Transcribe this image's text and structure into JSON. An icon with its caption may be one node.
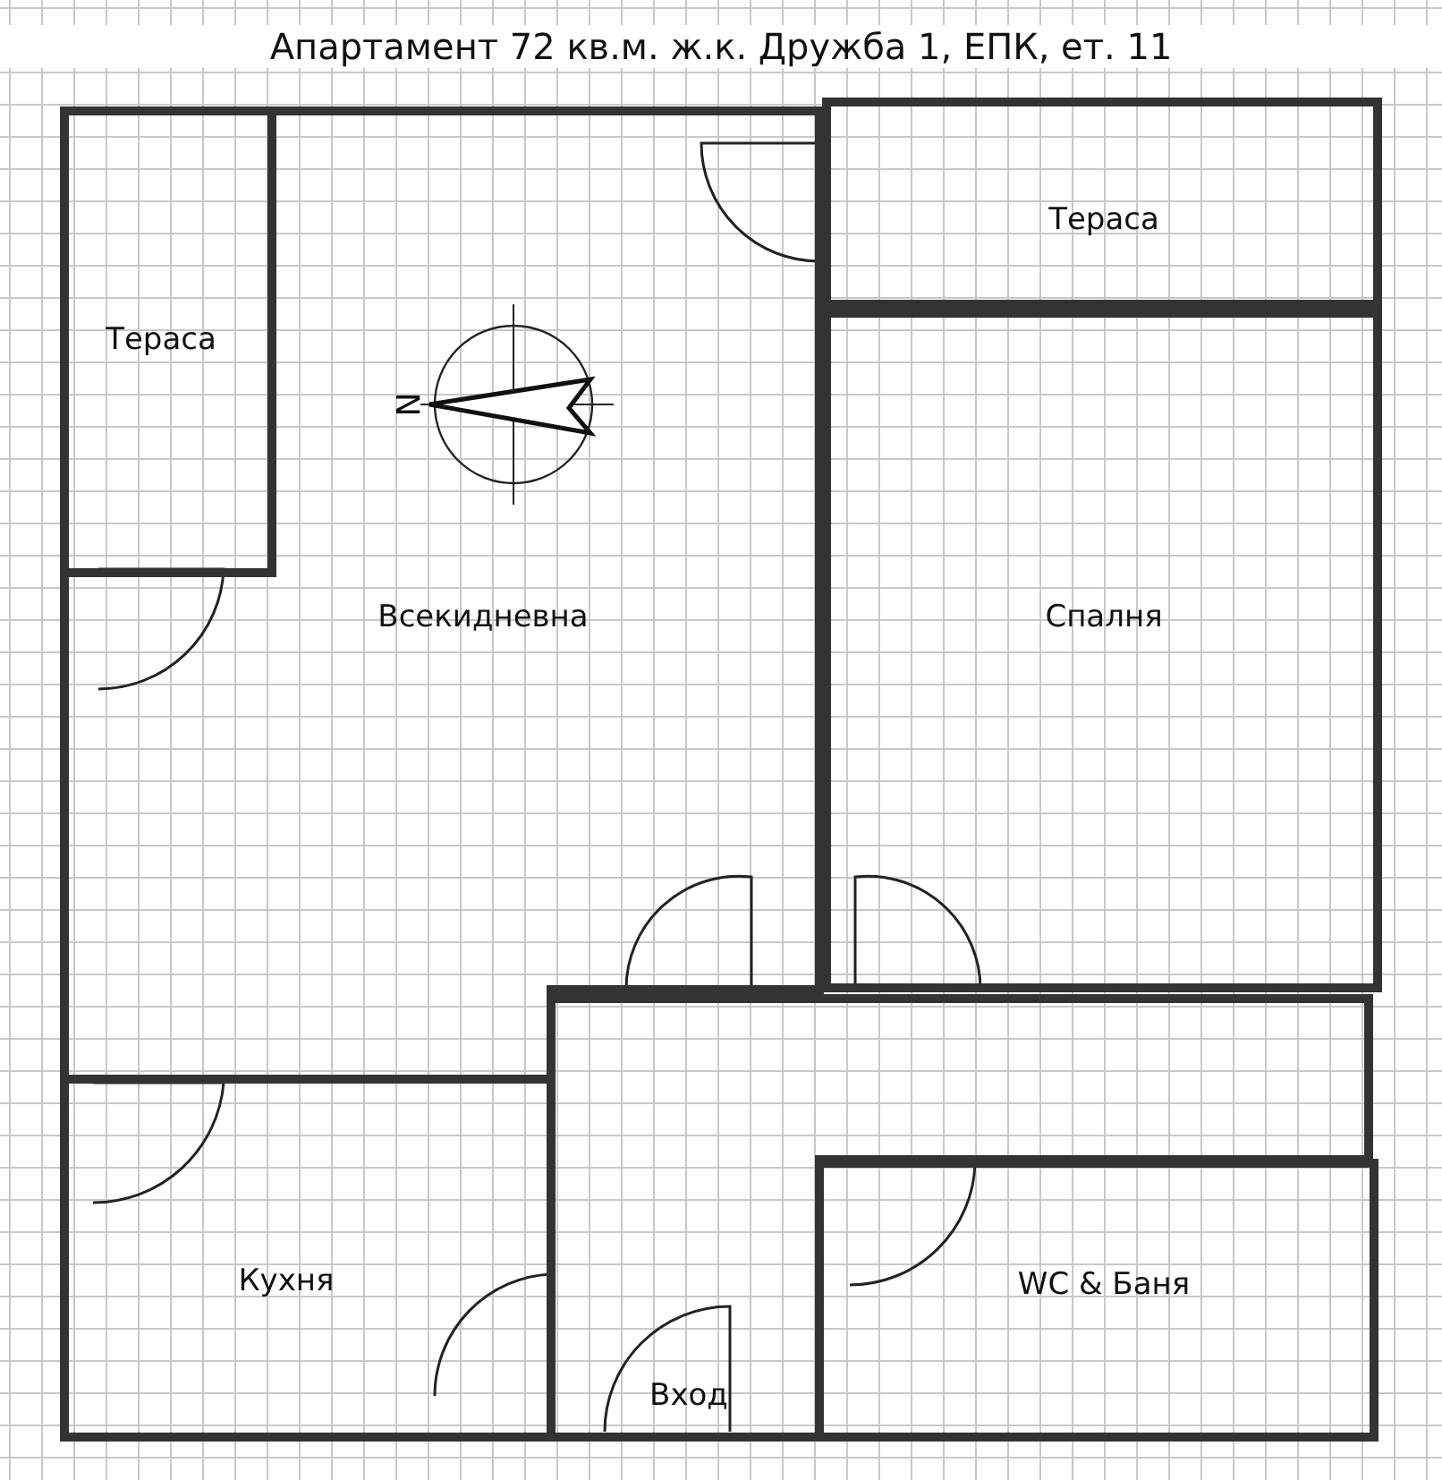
{
  "diagram": {
    "title": "Апартамент 72 кв.м. ж.к. Дружба 1, ЕПК, ет. 11",
    "nodes": [
      {
        "text": [
          "Тераса"
        ]
      },
      {
        "text": [
          "Тераса"
        ]
      },
      {
        "text": [
          "Всекидневна"
        ]
      },
      {
        "text": [
          "Спалня"
        ]
      },
      {
        "text": [
          "Вход"
        ]
      },
      {
        "text": [
          "Кухня"
        ]
      },
      {
        "text": [
          "WC & Баня"
        ]
      }
    ],
    "labels": [
      "N"
    ]
  }
}
